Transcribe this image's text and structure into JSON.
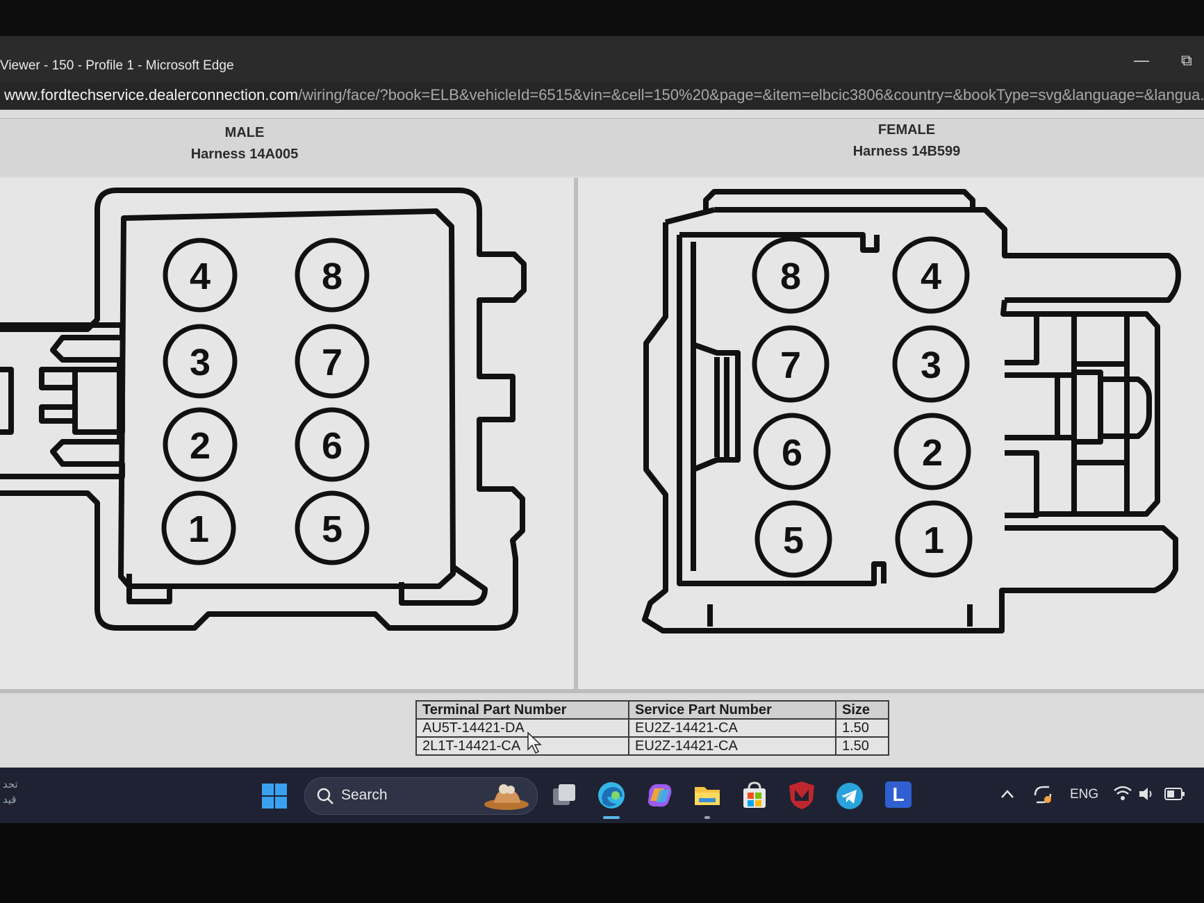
{
  "window": {
    "title": "Viewer - 150 - Profile 1 - Microsoft Edge",
    "minimize": "—",
    "restore": "⧉"
  },
  "address": {
    "host": "www.fordtechservice.dealerconnection.com",
    "path": "/wiring/face/?book=ELB&vehicleId=6515&vin=&cell=150%20&page=&item=elbcic3806&country=&bookType=svg&language=&langua..."
  },
  "connector": {
    "male": {
      "gender": "MALE",
      "harness": "Harness 14A005",
      "pins": [
        "4",
        "8",
        "3",
        "7",
        "2",
        "6",
        "1",
        "5"
      ]
    },
    "female": {
      "gender": "FEMALE",
      "harness": "Harness 14B599",
      "pins": [
        "8",
        "4",
        "7",
        "3",
        "6",
        "2",
        "5",
        "1"
      ]
    }
  },
  "parts_table": {
    "headers": [
      "Terminal Part Number",
      "Service Part Number",
      "Size"
    ],
    "rows": [
      [
        "AU5T-14421-DA",
        "EU2Z-14421-CA",
        "1.50"
      ],
      [
        "2L1T-14421-CA",
        "EU2Z-14421-CA",
        "1.50"
      ]
    ]
  },
  "taskbar": {
    "search_label": "Search",
    "lang": "ENG",
    "system_text": [
      "تحد",
      "قيد"
    ],
    "app_letter": "L",
    "colors": {
      "start": "#3aa0f0",
      "edge": "#35b6e8",
      "telegram": "#2aa3dc",
      "antivirus": "#c0262d",
      "app_l": "#2f5fd0"
    }
  }
}
